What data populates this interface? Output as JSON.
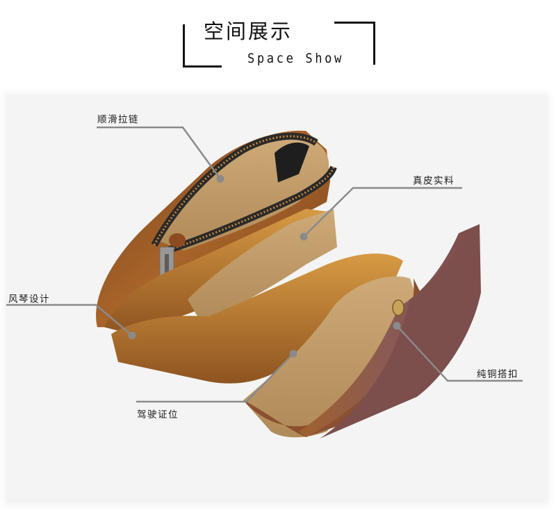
{
  "header": {
    "title_cn": "空间展示",
    "title_en": "Space Show"
  },
  "colors": {
    "background": "#ffffff",
    "panel": "#f3f4f3",
    "callout_line": "#8a8a8a",
    "text": "#111111",
    "leather_dark": "#6b3a22",
    "leather_mid": "#b5712a",
    "suede": "#c8a878",
    "zipper": "#2a2a2a"
  },
  "product_image": {
    "subject": "leather wallet with zipper coin pocket and snap closure",
    "callouts": [
      {
        "id": "zipper",
        "label": "顺滑拉链"
      },
      {
        "id": "leather",
        "label": "真皮实料"
      },
      {
        "id": "accordion",
        "label": "风琴设计"
      },
      {
        "id": "snap",
        "label": "纯铜搭扣"
      },
      {
        "id": "license",
        "label": "驾驶证位"
      }
    ]
  }
}
